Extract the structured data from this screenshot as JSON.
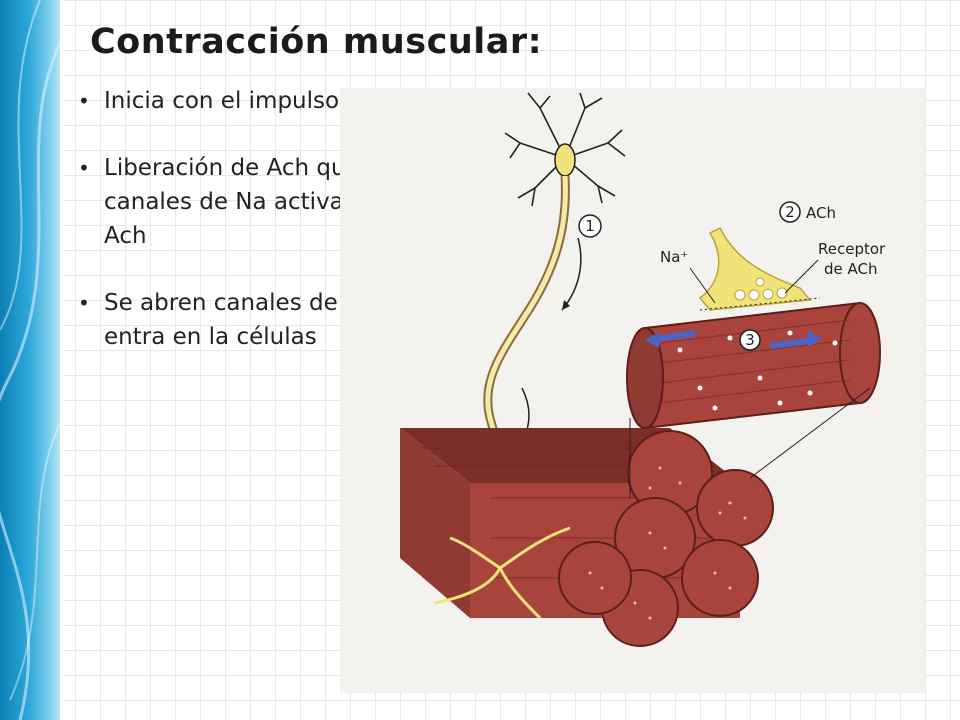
{
  "slide": {
    "title": "Contracción muscular:",
    "bullets": [
      "Inicia con el impulso nervioso",
      "Liberación de Ach que se une a canales de Na activados por Ach",
      "Se abren canales de Na y este entra en la células"
    ]
  },
  "diagram": {
    "labels": {
      "step1": "1",
      "step2": "2",
      "step3": "3",
      "ach": "ACh",
      "receptor_line1": "Receptor",
      "receptor_line2": "de ACh",
      "na": "Na⁺"
    }
  },
  "colors": {
    "sidebar": "#1e95c8",
    "muscle": "#a8443c",
    "muscle_dark": "#7e2e28",
    "nerve": "#f2e27a",
    "arrow_blue": "#4a64c8"
  }
}
